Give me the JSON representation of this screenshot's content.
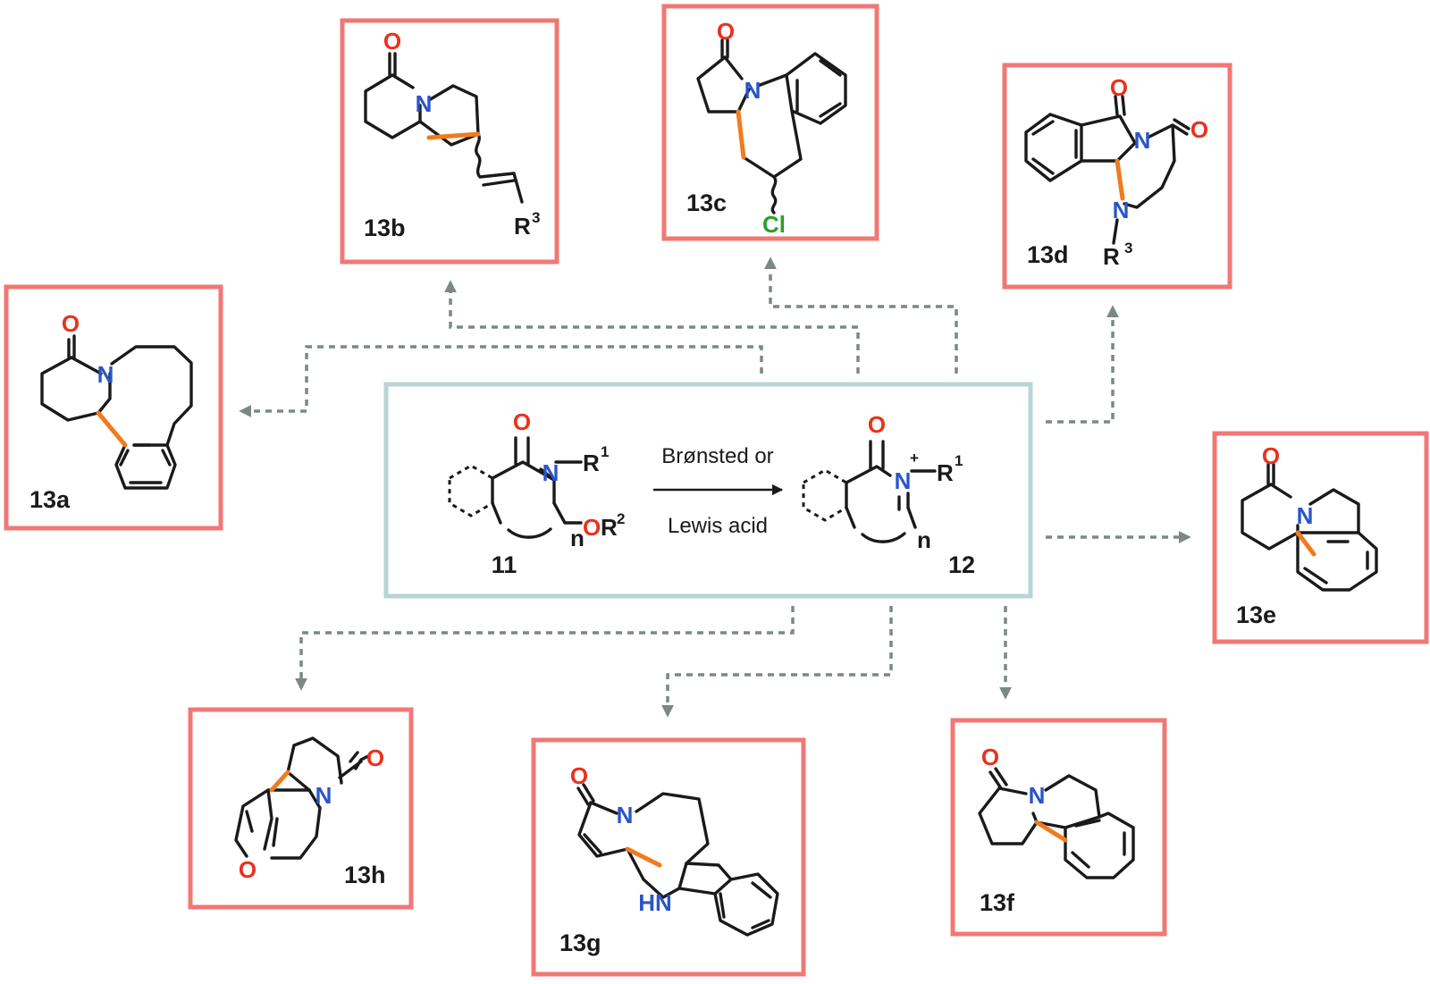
{
  "colors": {
    "product_box": "#f07875",
    "center_box": "#b9d4d6",
    "arrow": "#7b8884",
    "oxygen": "#e8321e",
    "nitrogen": "#2a55c8",
    "chlorine": "#2ba02b",
    "new_bond": "#f07c1e",
    "ink": "#1a1a1a"
  },
  "atoms": {
    "O": "O",
    "N": "N",
    "Cl": "Cl",
    "R": "R",
    "HN": "HN",
    "n": "n"
  },
  "reaction": {
    "reagent_top": "Brønsted or",
    "reagent_bottom": "Lewis acid",
    "start_label": "11",
    "intermediate_label": "12",
    "r1_sup": "1",
    "r2_sup": "2",
    "plus": "+"
  },
  "products": [
    {
      "id": "13a",
      "label": "13a"
    },
    {
      "id": "13b",
      "label": "13b",
      "r_sup": "3"
    },
    {
      "id": "13c",
      "label": "13c"
    },
    {
      "id": "13d",
      "label": "13d",
      "r_sup": "3"
    },
    {
      "id": "13e",
      "label": "13e"
    },
    {
      "id": "13f",
      "label": "13f"
    },
    {
      "id": "13g",
      "label": "13g"
    },
    {
      "id": "13h",
      "label": "13h"
    }
  ]
}
